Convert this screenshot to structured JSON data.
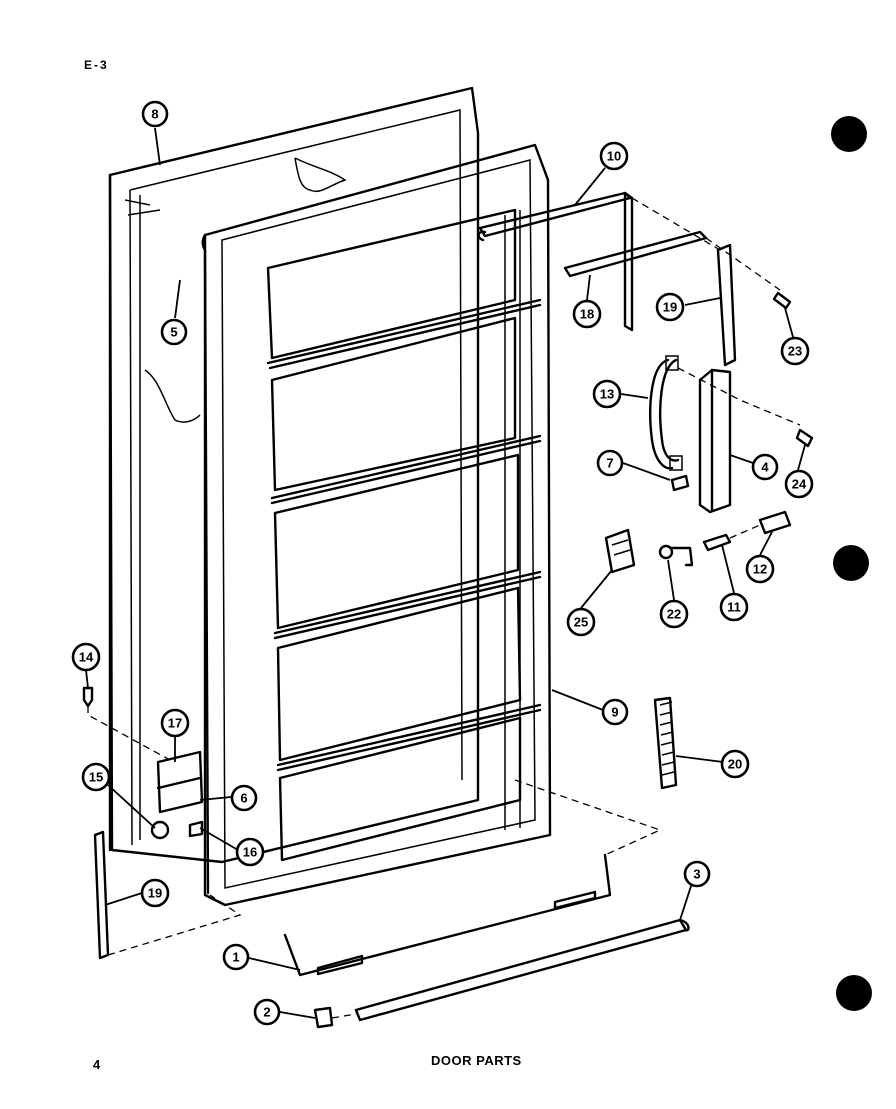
{
  "page": {
    "caption": "DOOR PARTS",
    "page_number": "4",
    "corner_code": "E-3"
  },
  "callouts": [
    {
      "id": "c8",
      "label": "8"
    },
    {
      "id": "c5",
      "label": "5"
    },
    {
      "id": "c10",
      "label": "10"
    },
    {
      "id": "c18",
      "label": "18"
    },
    {
      "id": "c19top",
      "label": "19"
    },
    {
      "id": "c23",
      "label": "23"
    },
    {
      "id": "c13",
      "label": "13"
    },
    {
      "id": "c7",
      "label": "7"
    },
    {
      "id": "c4",
      "label": "4"
    },
    {
      "id": "c24",
      "label": "24"
    },
    {
      "id": "c25",
      "label": "25"
    },
    {
      "id": "c22",
      "label": "22"
    },
    {
      "id": "c11",
      "label": "11"
    },
    {
      "id": "c12",
      "label": "12"
    },
    {
      "id": "c9",
      "label": "9"
    },
    {
      "id": "c20",
      "label": "20"
    },
    {
      "id": "c14",
      "label": "14"
    },
    {
      "id": "c17",
      "label": "17"
    },
    {
      "id": "c15",
      "label": "15"
    },
    {
      "id": "c6",
      "label": "6"
    },
    {
      "id": "c16",
      "label": "16"
    },
    {
      "id": "c19bot",
      "label": "19"
    },
    {
      "id": "c3",
      "label": "3"
    },
    {
      "id": "c1",
      "label": "1"
    },
    {
      "id": "c2",
      "label": "2"
    }
  ]
}
